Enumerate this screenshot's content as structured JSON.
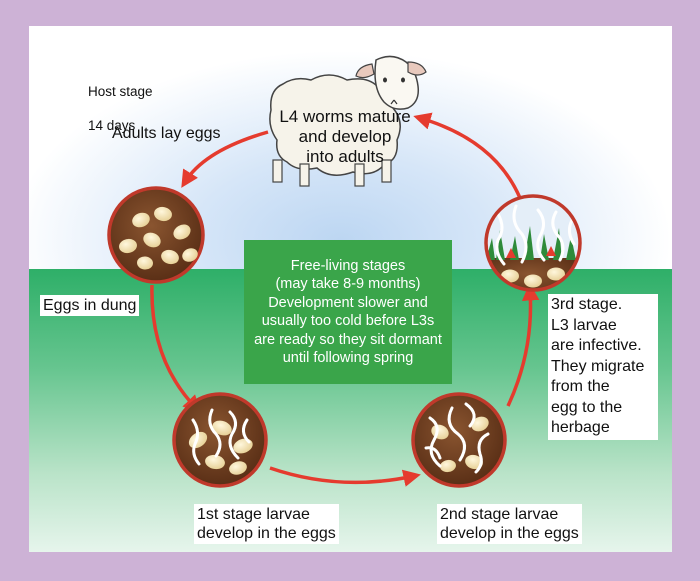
{
  "host": {
    "line1": "Host stage",
    "line2": "14 days"
  },
  "labels": {
    "l4": "L4 worms mature\nand develop\ninto adults",
    "adults_lay_eggs": "Adults lay eggs",
    "eggs_in_dung": "Eggs in dung",
    "stage1": "1st stage larvae\ndevelop in the eggs",
    "stage2": "2nd stage larvae\ndevelop in the eggs",
    "stage3": "3rd stage.\nL3 larvae\nare infective.\nThey migrate\nfrom the\negg to the\nherbage"
  },
  "free_living": "Free-living stages\n(may take 8-9 months)\nDevelopment slower and\nusually too cold before L3s\nare ready so they sit dormant\nuntil following spring",
  "colors": {
    "arrow": "#e53b2e",
    "circle_border": "#c0392b",
    "dung": "#6b3a1e",
    "free_box": "#3aa54a",
    "frame_bg": "#cdb2d6"
  }
}
